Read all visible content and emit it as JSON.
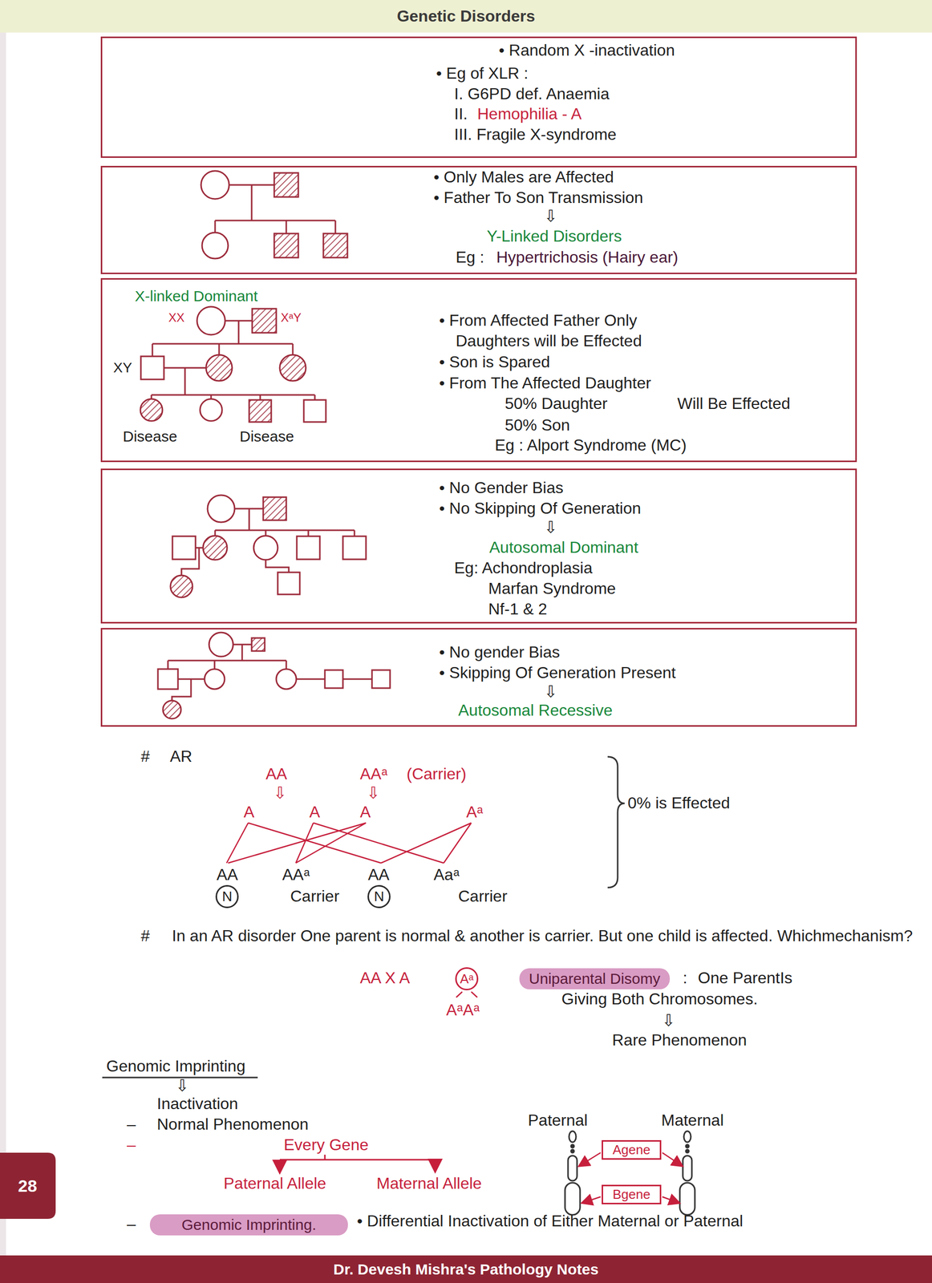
{
  "diagram": {
    "title": "Genetic Disorders",
    "caption": "Dr. Devesh Mishra's Pathology Notes",
    "nodes": [
      {
        "text": [
          "• Random X -inactivation",
          "• Eg of XLR :",
          "I. G6PD def. Anaemia",
          "II.",
          "Hemophilia - A",
          "III. Fragile X-syndrome"
        ]
      },
      {
        "text": [
          "• Only Males are Affected",
          "• Father To Son Transmission",
          "⇩",
          "Y-Linked Disorders",
          "Eg :",
          "Hypertrichosis (Hairy ear)"
        ]
      },
      {
        "text": [
          "X-linked Dominant",
          "XX",
          "XᵃY",
          "XY",
          "Disease",
          "Disease",
          "• From Affected Father Only",
          "Daughters will be Effected",
          "• Son is Spared",
          "• From The Affected Daughter",
          "50% Daughter",
          "Will Be Effected",
          "50% Son",
          "Eg : Alport Syndrome (MC)"
        ]
      },
      {
        "text": [
          "• No Gender Bias",
          "• No Skipping Of Generation",
          "⇩",
          "Autosomal Dominant",
          "Eg: Achondroplasia",
          "Marfan Syndrome",
          "Nf-1 & 2"
        ]
      },
      {
        "text": [
          "• No gender Bias",
          "• Skipping Of Generation Present",
          "⇩",
          "Autosomal Recessive"
        ]
      },
      {
        "text": [
          "N"
        ]
      },
      {
        "text": [
          "N"
        ]
      },
      {
        "text": [
          "Aᵃ"
        ]
      },
      {
        "text": [
          "Uniparental Disomy"
        ]
      },
      {
        "text": [
          "Agene"
        ]
      },
      {
        "text": [
          "Bgene"
        ]
      },
      {
        "text": [
          "Genomic Imprinting."
        ]
      }
    ],
    "labels": [
      "#",
      "AR",
      "AA",
      "AAᵃ",
      "(Carrier)",
      "⇩",
      "⇩",
      "A",
      "A",
      "A",
      "Aᵃ",
      "AA",
      "AAᵃ",
      "AA",
      "Aaᵃ",
      "Carrier",
      "Carrier",
      "0% is Effected",
      "#",
      "In an AR disorder One parent is normal & another is carrier. But one child is affected. Whichmechanism?",
      "AA X A",
      "AᵃAᵃ",
      ":",
      "One ParentIs",
      "Giving Both Chromosomes.",
      "⇩",
      "Rare Phenomenon",
      "Genomic Imprinting",
      "⇩",
      "Inactivation",
      "–",
      "Normal Phenomenon",
      "–",
      "Every Gene",
      "Paternal",
      "Maternal",
      "Paternal Allele",
      "Maternal Allele",
      "–",
      "• Differential Inactivation of Either Maternal or Paternal",
      "28"
    ]
  }
}
